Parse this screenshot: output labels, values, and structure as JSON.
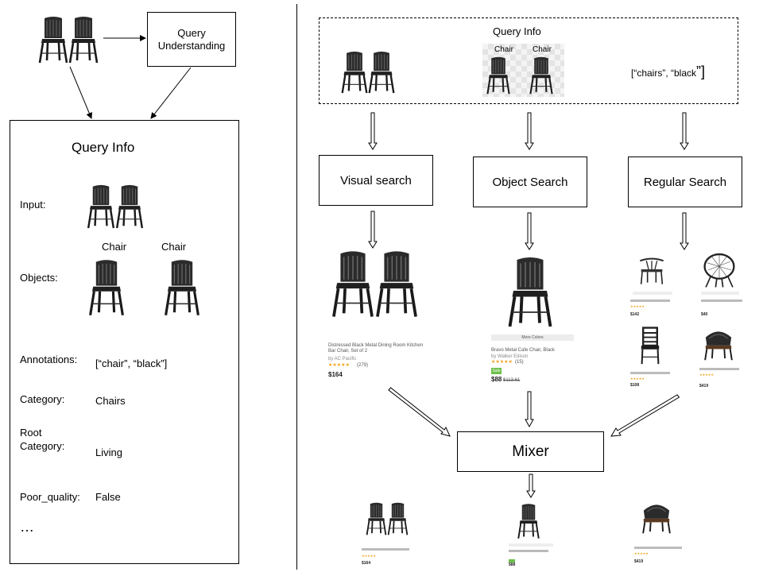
{
  "left": {
    "understanding_label": "Query\nUnderstanding",
    "info_title": "Query Info",
    "rows": {
      "input_label": "Input:",
      "objects_label": "Objects:",
      "object_tag_1": "Chair",
      "object_tag_2": "Chair",
      "annotations_label": "Annotations:",
      "annotations_value": "[“chair”, “black”]",
      "category_label": "Category:",
      "category_value": "Chairs",
      "root_label": "Root\nCategory:",
      "root_value": "Living",
      "poor_label": "Poor_quality:",
      "poor_value": "False",
      "ellipsis": "…"
    }
  },
  "right": {
    "info_title": "Query Info",
    "crop_tag_1": "Chair",
    "crop_tag_2": "Chair",
    "keywords_open": "[“chairs”, “black",
    "keywords_close": "”]",
    "visual_search": "Visual search",
    "object_search": "Object Search",
    "regular_search": "Regular Search",
    "mixer": "Mixer",
    "visual_result": {
      "title": "Distressed Black Metal Dining Room Kitchen Bar Chair, Set of 2",
      "seller": "by AC Pacific",
      "reviews": "(279)",
      "price": "$164"
    },
    "object_result": {
      "more_colors": "More Colors",
      "title": "Bravo Metal Cafe Chair, Black",
      "seller": "by Walker Edison",
      "reviews": "(15)",
      "sale": "Sale",
      "price": "$88",
      "old_price": "$113.61"
    },
    "regular_results": [
      {
        "price": "$142"
      },
      {
        "price": "$40"
      },
      {
        "price": "$108"
      },
      {
        "price": "$419"
      }
    ],
    "mixed_results": [
      {
        "price": "$164"
      },
      {
        "price": "$88"
      },
      {
        "price": "$419"
      }
    ]
  },
  "colors": {
    "star": "#f0a21a",
    "sale_badge": "#6cc04a",
    "line": "#000000"
  }
}
